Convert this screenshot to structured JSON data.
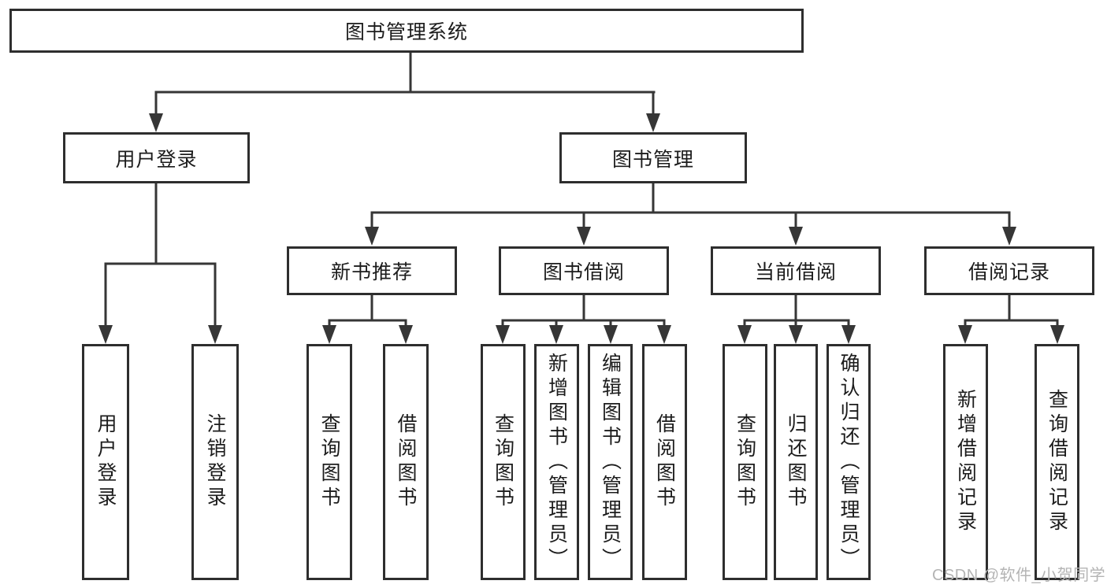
{
  "root": {
    "label": "图书管理系统"
  },
  "branches": {
    "user_login": {
      "label": "用户登录",
      "leaves": [
        "用户登录",
        "注销登录"
      ]
    },
    "book_management": {
      "label": "图书管理"
    },
    "new_book_recommend": {
      "label": "新书推荐",
      "leaves": [
        "查询图书",
        "借阅图书"
      ]
    },
    "book_borrow": {
      "label": "图书借阅",
      "leaves": [
        "查询图书",
        "新增图书（管理员）",
        "编辑图书（管理员）",
        "借阅图书"
      ]
    },
    "current_borrow": {
      "label": "当前借阅",
      "leaves": [
        "查询图书",
        "归还图书",
        "确认归还（管理员）"
      ]
    },
    "borrow_records": {
      "label": "借阅记录",
      "leaves": [
        "新增借阅记录",
        "查询借阅记录"
      ]
    }
  },
  "watermark": {
    "text": "CSDN @软件_小贺同学"
  },
  "colors": {
    "line": "#363636",
    "box_border": "#2e2e2e",
    "text": "#1c1c1c",
    "background": "#ffffff",
    "watermark": "#b4b4b4"
  }
}
